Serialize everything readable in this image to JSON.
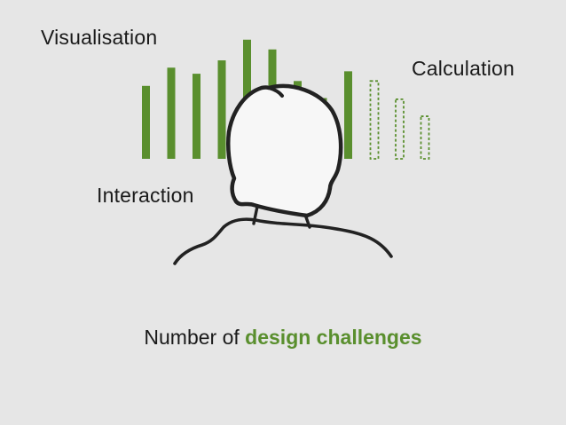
{
  "colors": {
    "background": "#e6e6e6",
    "accent": "#5a8f2e",
    "text": "#1a1a1a",
    "outline": "#222222",
    "head_fill": "#f7f7f7"
  },
  "labels": {
    "visualisation": "Visualisation",
    "calculation": "Calculation",
    "interaction": "Interaction"
  },
  "caption": {
    "prefix": "Number of ",
    "highlight": "design challenges"
  },
  "bars": {
    "solid": [
      0.6,
      0.75,
      0.7,
      0.81,
      0.98,
      0.9,
      0.64,
      0.5,
      0.72
    ],
    "dashed": [
      0.64,
      0.49,
      0.35
    ]
  },
  "icons": {
    "figure": "person-head-back-view-icon"
  }
}
